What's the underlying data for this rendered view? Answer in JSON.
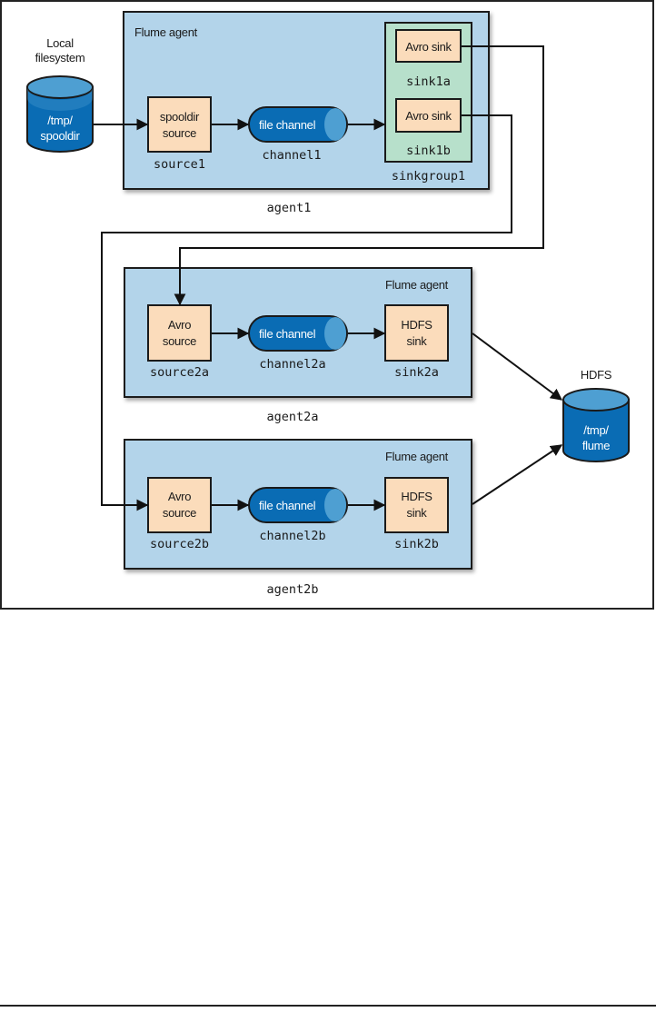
{
  "diagram": {
    "colors": {
      "agent_fill": "#b3d4ea",
      "component_fill": "#fbdcbb",
      "sinkgroup_fill": "#b7e0cb",
      "channel_fill": "#0a6cb4",
      "channel_cap": "#4e9fd2",
      "store_fill": "#0a6cb4",
      "store_top": "#4e9fd2"
    },
    "local_fs": {
      "label_line1": "Local",
      "label_line2": "filesystem",
      "path_line1": "/tmp/",
      "path_line2": "spooldir"
    },
    "hdfs": {
      "label": "HDFS",
      "path_line1": "/tmp/",
      "path_line2": "flume"
    },
    "agent1": {
      "header": "Flume agent",
      "name": "agent1",
      "source": {
        "line1": "spooldir",
        "line2": "source",
        "name": "source1"
      },
      "channel": {
        "label": "file channel",
        "name": "channel1"
      },
      "sinkgroup": {
        "name": "sinkgroup1",
        "sinks": [
          {
            "label": "Avro sink",
            "name": "sink1a"
          },
          {
            "label": "Avro sink",
            "name": "sink1b"
          }
        ]
      }
    },
    "agent2a": {
      "header": "Flume agent",
      "name": "agent2a",
      "source": {
        "line1": "Avro",
        "line2": "source",
        "name": "source2a"
      },
      "channel": {
        "label": "file channel",
        "name": "channel2a"
      },
      "sink": {
        "line1": "HDFS",
        "line2": "sink",
        "name": "sink2a"
      }
    },
    "agent2b": {
      "header": "Flume agent",
      "name": "agent2b",
      "source": {
        "line1": "Avro",
        "line2": "source",
        "name": "source2b"
      },
      "channel": {
        "label": "file channel",
        "name": "channel2b"
      },
      "sink": {
        "line1": "HDFS",
        "line2": "sink",
        "name": "sink2b"
      }
    },
    "connections": [
      {
        "from": "local_fs",
        "to": "source1"
      },
      {
        "from": "source1",
        "to": "channel1"
      },
      {
        "from": "channel1",
        "to": "sinkgroup1"
      },
      {
        "from": "sink1a",
        "to": "source2a"
      },
      {
        "from": "sink1b",
        "to": "source2b"
      },
      {
        "from": "source2a",
        "to": "channel2a"
      },
      {
        "from": "channel2a",
        "to": "sink2a"
      },
      {
        "from": "source2b",
        "to": "channel2b"
      },
      {
        "from": "channel2b",
        "to": "sink2b"
      },
      {
        "from": "sink2a",
        "to": "hdfs"
      },
      {
        "from": "sink2b",
        "to": "hdfs"
      }
    ]
  }
}
